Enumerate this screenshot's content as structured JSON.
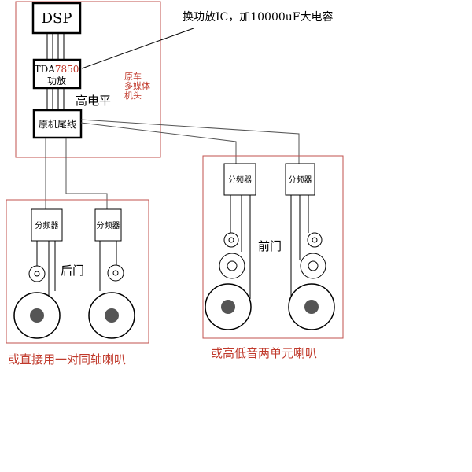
{
  "labels": {
    "dsp": "DSP",
    "tda_prefix": "TDA",
    "tda_model": "7850",
    "amp": "功放",
    "note": "换功放IC，加10000uF大电容",
    "head_unit_line1": "原车",
    "head_unit_line2": "多媒体",
    "head_unit_line3": "机头",
    "high_level": "高电平",
    "harness": "原机尾线",
    "crossover": "分频器",
    "rear_door": "后门",
    "front_door": "前门",
    "rear_caption": "或直接用一对同轴喇叭",
    "front_caption": "或高低音两单元喇叭"
  },
  "colors": {
    "outline_red": "#c0504d",
    "text_red": "#c0392b",
    "line": "#000000",
    "wire_gray": "#555555",
    "woofer_fill": "#555555"
  }
}
